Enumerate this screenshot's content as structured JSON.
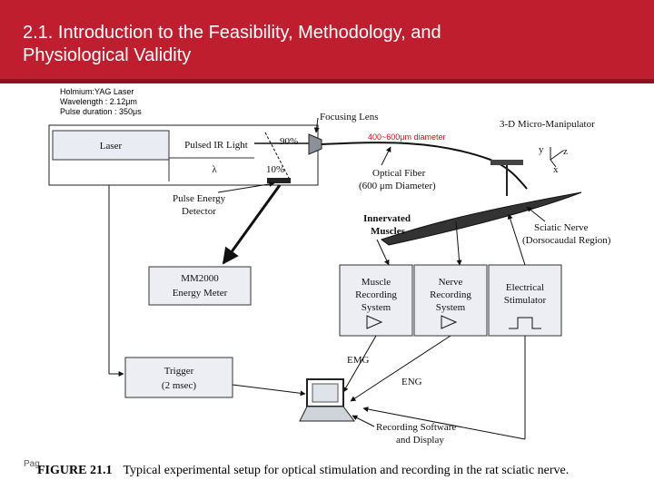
{
  "slide": {
    "title_line1": "2.1. Introduction to the Feasibility, Methodology, and",
    "title_line2": "Physiological  Validity",
    "page_label": "Pag",
    "colors": {
      "header": "#bf1e2e",
      "title_text": "#ffffff",
      "annotation_red": "#d01010"
    }
  },
  "annotations": {
    "laser_line1": "Holmium:YAG Laser",
    "laser_line2": "Wavelength : 2.12μm",
    "laser_line3": "Pulse duration : 350μs",
    "diameter": "400~600μm diameter"
  },
  "diagram": {
    "laser": "Laser",
    "pulsed_ir": "Pulsed IR Light",
    "lambda": "λ",
    "pct90": "90%",
    "pct10": "10%",
    "focusing_lens": "Focusing Lens",
    "micromanipulator": "3-D Micro-Manipulator",
    "axis_y": "y",
    "axis_z": "z",
    "axis_x": "x",
    "optical_fiber_1": "Optical Fiber",
    "optical_fiber_2": "(600 μm Diameter)",
    "pulse_detector_1": "Pulse Energy",
    "pulse_detector_2": "Detector",
    "innervated_1": "Innervated",
    "innervated_2": "Muscles",
    "sciatic_1": "Sciatic Nerve",
    "sciatic_2": "(Dorsocaudal Region)",
    "mm2000_1": "MM2000",
    "mm2000_2": "Energy Meter",
    "muscle_1": "Muscle",
    "muscle_2": "Recording",
    "muscle_3": "System",
    "nerve_1": "Nerve",
    "nerve_2": "Recording",
    "nerve_3": "System",
    "elec_1": "Electrical",
    "elec_2": "Stimulator",
    "emg": "EMG",
    "eng": "ENG",
    "trigger_1": "Trigger",
    "trigger_2": "(2 msec)",
    "recording_1": "Recording Software",
    "recording_2": "and Display"
  },
  "caption": {
    "label": "FIGURE 21.1",
    "text": "Typical experimental setup for optical stimulation and recording in the rat sciatic nerve."
  }
}
